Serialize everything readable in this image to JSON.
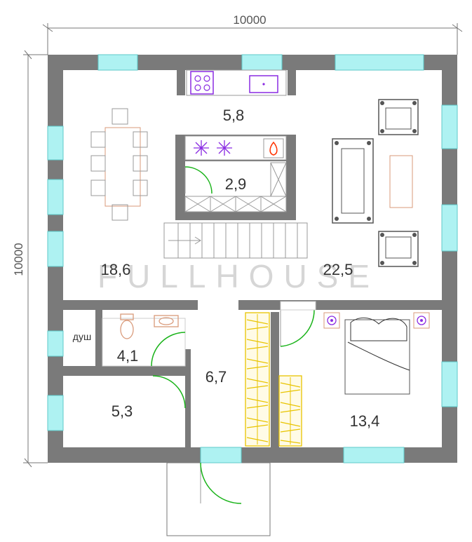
{
  "dimensions": {
    "width": "10000",
    "height": "10000"
  },
  "watermark": "FULLHOUSE",
  "rooms": {
    "kitchen": "5,8",
    "pantry": "2,9",
    "dining": "18,6",
    "living": "22,5",
    "shower_label": "душ",
    "bathroom": "4,1",
    "hall": "6,7",
    "bedroom_small": "5,3",
    "bedroom": "13,4"
  },
  "colors": {
    "wall": "#7a7a7a",
    "window": "#aef2f2",
    "door": "#19b319",
    "furniture": "#d99a7a",
    "appliance": "#8a2be2",
    "wardrobe": "#e8c400",
    "fire": "#ff3300"
  }
}
